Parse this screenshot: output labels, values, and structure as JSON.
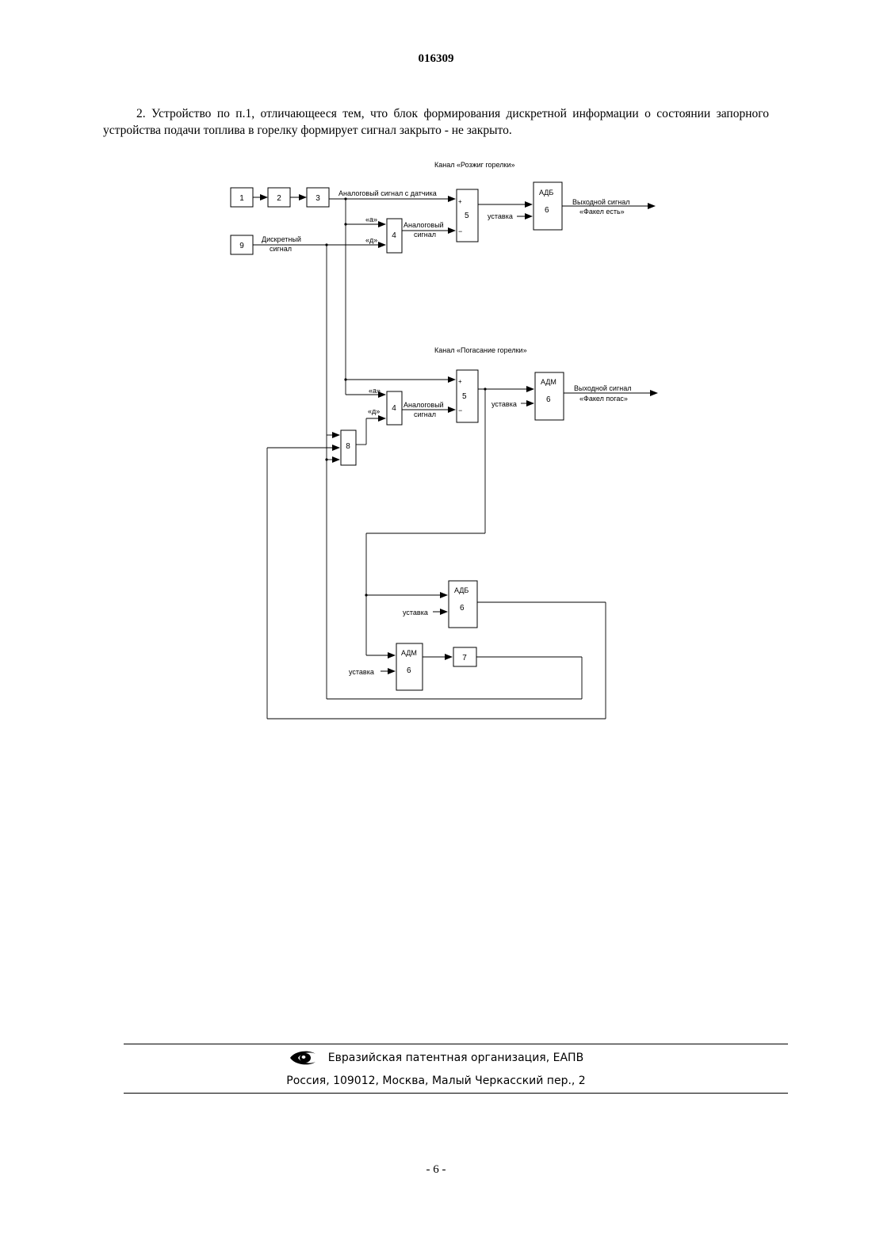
{
  "header": {
    "doc_number": "016309"
  },
  "claim_text": "2. Устройство по п.1, отличающееся тем, что блок формирования дискретной информации о состоянии запорного устройства подачи топлива в горелку формирует сигнал закрыто - не закрыто.",
  "figure": {
    "ignition_channel_title": "Канал «Розжиг горелки»",
    "extinction_channel_title": "Канал «Погасание горелки»",
    "analog_sensor_signal": "Аналоговый сигнал с датчика",
    "discrete_signal_line1": "Дискретный",
    "discrete_signal_line2": "сигнал",
    "analog_signal_line1": "Аналоговый",
    "analog_signal_line2": "сигнал",
    "input_a": "«а»",
    "input_d": "«д»",
    "plus": "+",
    "minus": "−",
    "setpoint": "уставка",
    "adb": "АДБ",
    "adm": "АДМ",
    "out_line1": "Выходной сигнал",
    "out_flame_on": "«Факел есть»",
    "out_flame_off": "«Факел погас»",
    "blocks": {
      "b1": "1",
      "b2": "2",
      "b3": "3",
      "b4": "4",
      "b5": "5",
      "b6": "6",
      "b7": "7",
      "b8": "8",
      "b9": "9"
    }
  },
  "footer": {
    "org": "Евразийская патентная организация, ЕАПВ",
    "address": "Россия, 109012, Москва, Малый Черкасский пер., 2"
  },
  "page_number": "- 6 -"
}
